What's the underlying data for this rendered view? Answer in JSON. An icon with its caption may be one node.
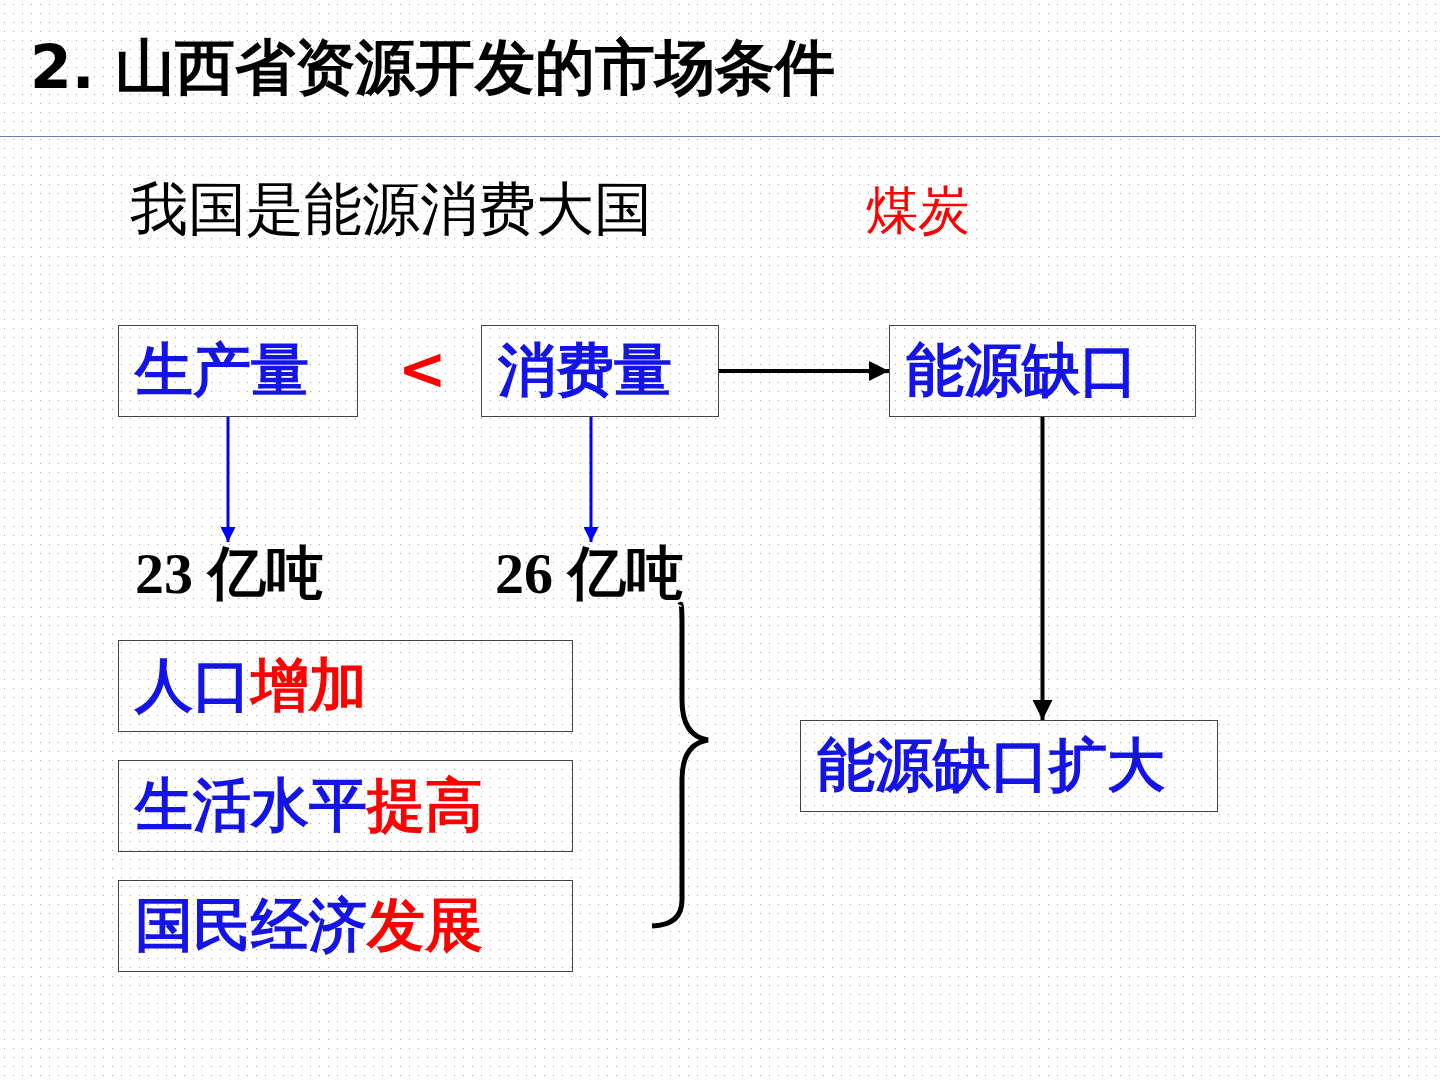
{
  "diagram": {
    "title": "2. 山西省资源开发的市场条件",
    "nodes": [
      {
        "text": [
          "生产量"
        ]
      },
      {
        "text": [
          "消费量"
        ]
      },
      {
        "text": [
          "能源缺口"
        ]
      },
      {
        "text": [
          "23 亿吨"
        ]
      },
      {
        "text": [
          "26 亿吨"
        ]
      },
      {
        "text": [
          "人口增加"
        ]
      },
      {
        "text": [
          "生活水平提高"
        ]
      },
      {
        "text": [
          "国民经济发展"
        ]
      },
      {
        "text": [
          "能源缺口扩大"
        ]
      }
    ],
    "edges": [
      {
        "from": 0,
        "to": 3,
        "arrow": "to",
        "color": "#0000ff"
      },
      {
        "from": 1,
        "to": 4,
        "arrow": "to",
        "color": "#0000ff"
      },
      {
        "from": 1,
        "to": 2,
        "arrow": "to",
        "color": "#000000"
      },
      {
        "from": 2,
        "to": 8,
        "arrow": "to",
        "color": "#000000"
      }
    ],
    "labels": [
      "我国是能源消费大国",
      "煤炭",
      "<"
    ]
  }
}
